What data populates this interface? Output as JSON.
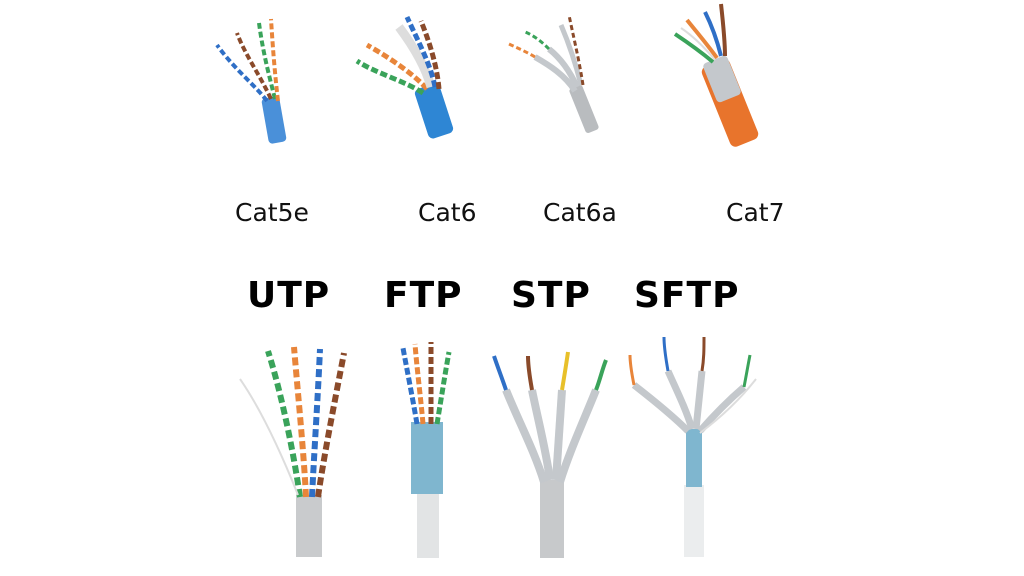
{
  "category_labels": {
    "cat5e": "Cat5e",
    "cat6": "Cat6",
    "cat6a": "Cat6a",
    "cat7": "Cat7"
  },
  "shielding_labels": {
    "utp": "UTP",
    "ftp": "FTP",
    "stp": "STP",
    "sftp": "SFTP"
  },
  "colors": {
    "jacket_blue": "#4a90d9",
    "jacket_grey": "#b9bcbf",
    "jacket_orange": "#e8742c",
    "jacket_white": "#e9ebec",
    "foil_silver": "#c4c8cc",
    "foil_blue": "#7fb6cf",
    "pair_orange": "#e8853a",
    "pair_green": "#3aa35a",
    "pair_blue": "#2f6fc6",
    "pair_brown": "#8a4a2a"
  }
}
